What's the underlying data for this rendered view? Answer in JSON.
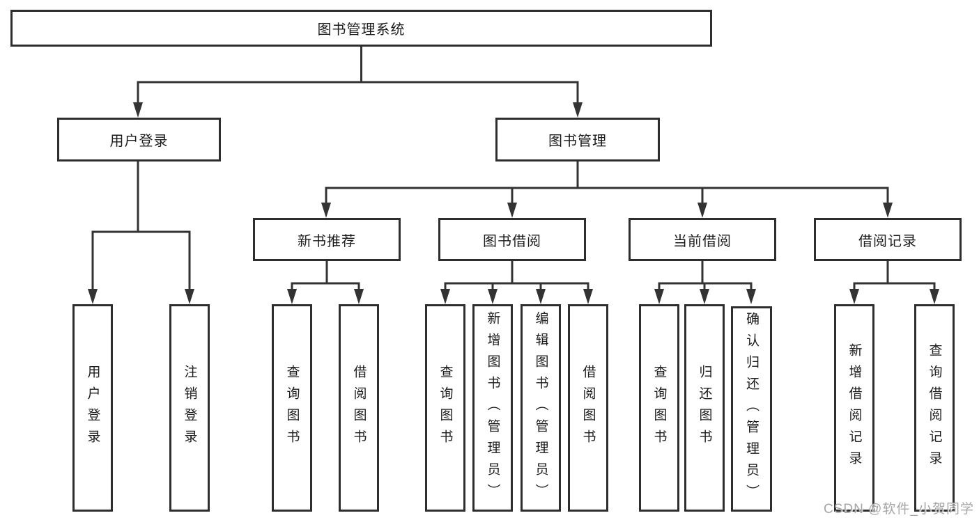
{
  "tree": {
    "root": {
      "label": "图书管理系统"
    },
    "user_branch": {
      "label": "用户登录",
      "children": [
        {
          "label": "用户登录"
        },
        {
          "label": "注销登录"
        }
      ]
    },
    "book_branch": {
      "label": "图书管理",
      "children": [
        {
          "label": "新书推荐",
          "children": [
            {
              "label": "查询图书"
            },
            {
              "label": "借阅图书"
            }
          ]
        },
        {
          "label": "图书借阅",
          "children": [
            {
              "label": "查询图书"
            },
            {
              "label": "新增图书（管理员）"
            },
            {
              "label": "编辑图书（管理员）"
            },
            {
              "label": "借阅图书"
            }
          ]
        },
        {
          "label": "当前借阅",
          "children": [
            {
              "label": "查询图书"
            },
            {
              "label": "归还图书"
            },
            {
              "label": "确认归还（管理员）"
            }
          ]
        },
        {
          "label": "借阅记录",
          "children": [
            {
              "label": "新增借阅记录"
            },
            {
              "label": "查询借阅记录"
            }
          ]
        }
      ]
    }
  },
  "watermark": {
    "text": "CSDN @软件_小贺同学"
  },
  "colors": {
    "line": "#333333",
    "box_border": "#2e2e2e",
    "box_fill": "#ffffff",
    "text": "#1c1c1c",
    "watermark": "#a6a6a6",
    "background": "#ffffff"
  }
}
